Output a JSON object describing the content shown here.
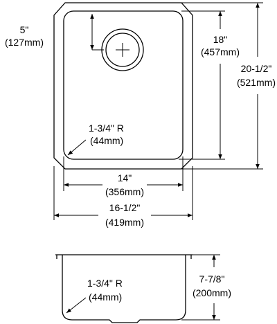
{
  "top_view": {
    "drain_offset": {
      "imperial": "5\"",
      "metric": "(127mm)"
    },
    "bowl_length": {
      "imperial": "18\"",
      "metric": "(457mm)"
    },
    "overall_length": {
      "imperial": "20-1/2\"",
      "metric": "(521mm)"
    },
    "corner_radius": {
      "imperial": "1-3/4\" R",
      "metric": "(44mm)"
    },
    "bowl_width": {
      "imperial": "14\"",
      "metric": "(356mm)"
    },
    "overall_width": {
      "imperial": "16-1/2\"",
      "metric": "(419mm)"
    }
  },
  "side_view": {
    "corner_radius": {
      "imperial": "1-3/4\" R",
      "metric": "(44mm)"
    },
    "depth": {
      "imperial": "7-7/8\"",
      "metric": "(200mm)"
    }
  }
}
